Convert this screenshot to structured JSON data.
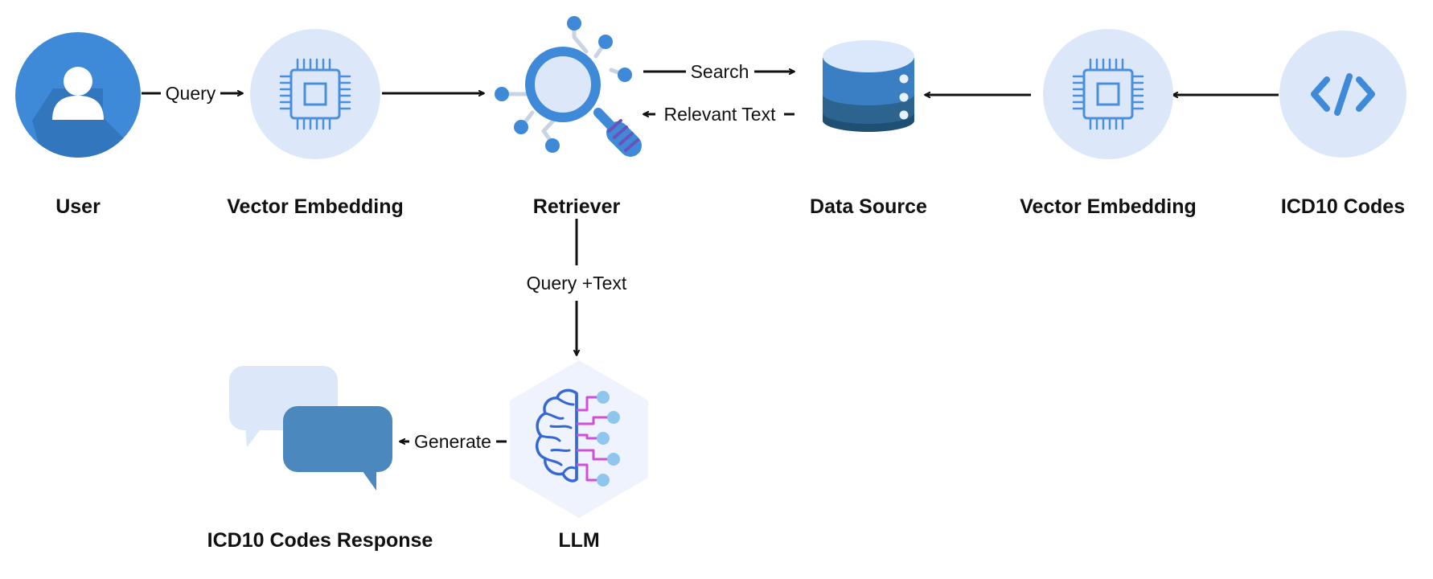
{
  "nodes": {
    "user": "User",
    "embed_left": "Vector Embedding",
    "retriever": "Retriever",
    "data_source": "Data Source",
    "embed_right": "Vector Embedding",
    "icd10": "ICD10 Codes",
    "llm": "LLM",
    "response": "ICD10 Codes Response"
  },
  "edges": {
    "query": "Query",
    "search": "Search",
    "relevant_text": "Relevant Text",
    "query_text": "Query +Text",
    "generate": "Generate"
  },
  "colors": {
    "primary_blue": "#3f8ad8",
    "light_circle": "#dce8fa",
    "chip_stroke": "#4a8fdc",
    "db_top": "#dbe7fb",
    "db_mid1": "#3a7fc4",
    "db_mid2": "#2c648f",
    "db_bottom": "#1f4f72",
    "bubble_light": "#dce8fa",
    "bubble_dark": "#4a88bd",
    "brain_stroke": "#3568d4",
    "brain_circuit": "#d04fd6",
    "brain_dot": "#8ec6ee",
    "hexagon": "#eef3fd",
    "arrow": "#111111"
  },
  "icons": {
    "user": "user-avatar-icon",
    "embed_left": "cpu-chip-icon",
    "retriever": "magnifier-search-icon",
    "data_source": "database-icon",
    "embed_right": "cpu-chip-icon",
    "icd10": "code-brackets-icon",
    "llm": "brain-icon",
    "response": "chat-bubbles-icon"
  }
}
